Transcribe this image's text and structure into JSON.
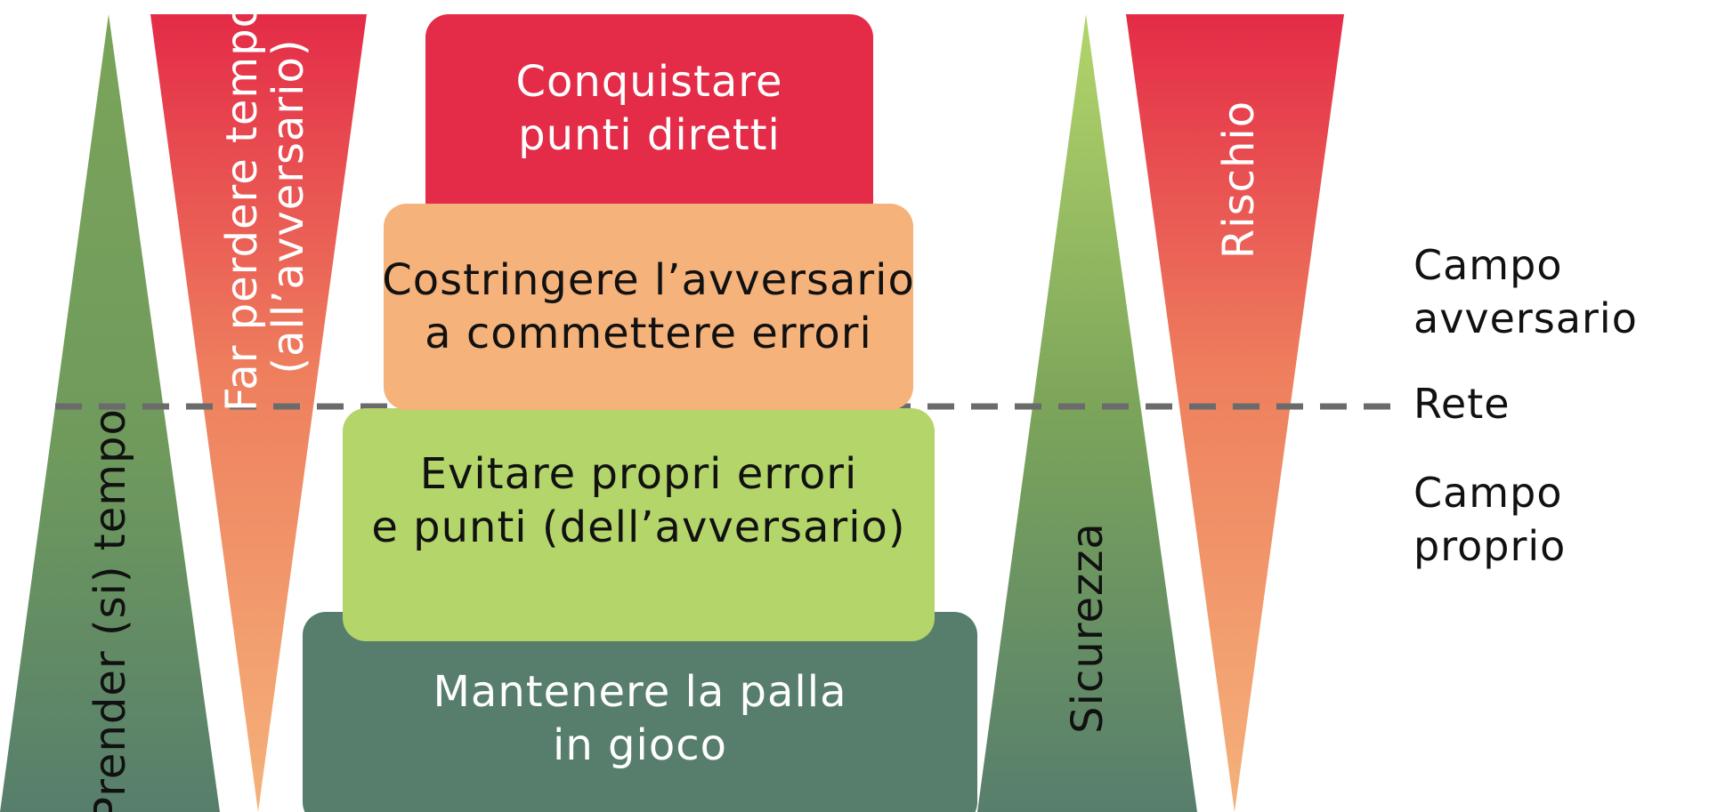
{
  "colors": {
    "red": "#E42B47",
    "orange_light": "#F5B27A",
    "orange_mid": "#EE7F5E",
    "light_green": "#B3D56A",
    "mid_green": "#7BA45A",
    "dark_green": "#577E6C",
    "text_dark": "#111111",
    "text_white": "#FFFFFF",
    "dashed_line": "#6B6B6B"
  },
  "tiers": [
    {
      "lines": [
        "Conquistare",
        "punti diretti"
      ],
      "fill": "#E42B47",
      "text_color": "#FFFFFF"
    },
    {
      "lines": [
        "Costringere l’avversario",
        "a commettere errori"
      ],
      "fill": "#F5B27A",
      "text_color": "#111111"
    },
    {
      "lines": [
        "Evitare propri errori",
        "e punti (dell’avversario)"
      ],
      "fill": "#B3D56A",
      "text_color": "#111111"
    },
    {
      "lines": [
        "Mantenere la palla",
        "in gioco"
      ],
      "fill": "#577E6C",
      "text_color": "#FFFFFF"
    }
  ],
  "vertical_labels": {
    "far_perdere": {
      "lines": [
        "Far perdere tempo",
        "(all’avversario)"
      ]
    },
    "prender_tempo": {
      "text": "Prender (si) tempo"
    },
    "sicurezza": {
      "text": "Sicurezza"
    },
    "rischio": {
      "text": "Rischio"
    }
  },
  "side_labels": {
    "campo_avversario": [
      "Campo",
      "avversario"
    ],
    "rete": "Rete",
    "campo_proprio": [
      "Campo",
      "proprio"
    ]
  }
}
